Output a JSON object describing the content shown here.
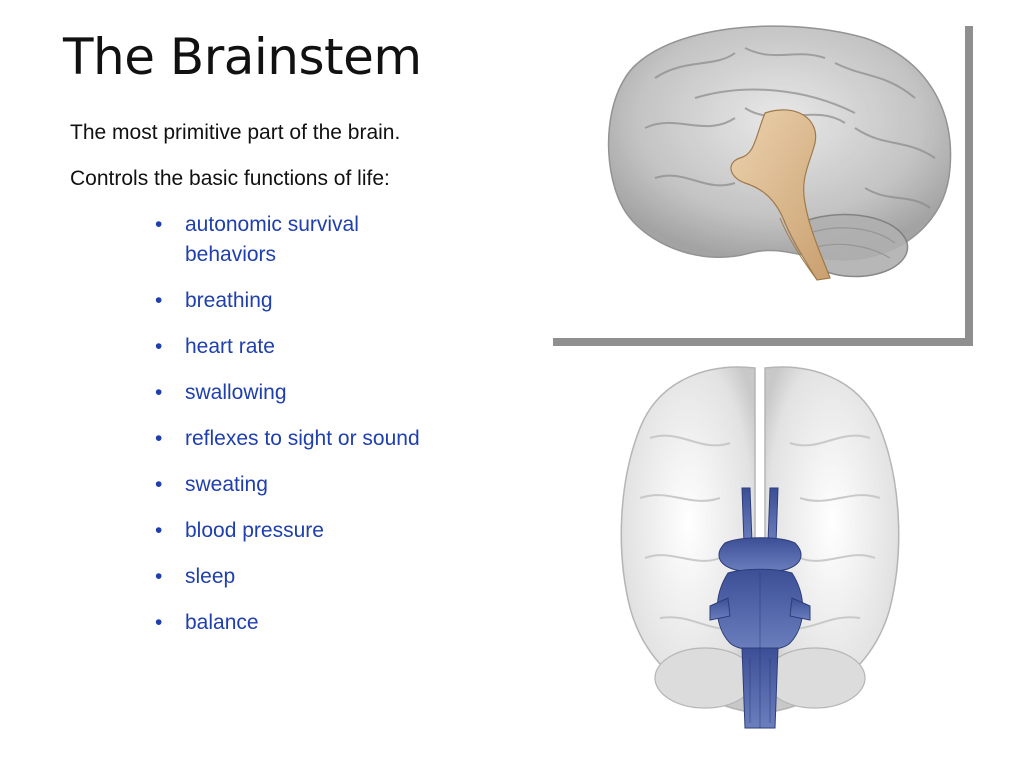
{
  "slide": {
    "title": "The Brainstem",
    "paragraphs": [
      "The most primitive part of the brain.",
      "Controls the basic functions of life:"
    ],
    "bullets": [
      "autonomic survival behaviors",
      "breathing",
      "heart rate",
      "swallowing",
      "reflexes to sight or sound",
      "sweating",
      "blood pressure",
      "sleep",
      "balance"
    ],
    "bullet_symbol": "•"
  },
  "colors": {
    "title": "#111111",
    "body": "#111111",
    "bullet": "#1f3fae",
    "brainstem_highlight_top": "#e3c29a",
    "brainstem_highlight_bottom": "#5a6fb0",
    "brain_gray": "#b8b8b8"
  },
  "icons": {
    "brain_sagittal": "brain-sagittal-illustration",
    "brain_inferior": "brain-inferior-illustration"
  }
}
